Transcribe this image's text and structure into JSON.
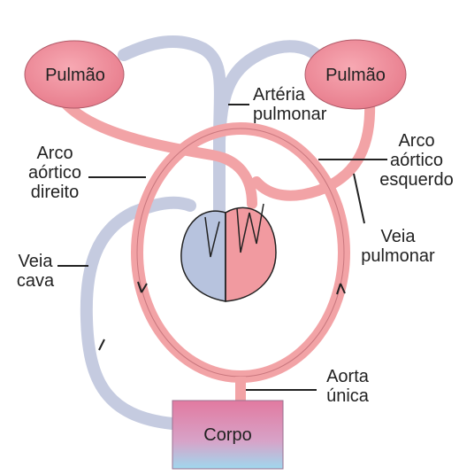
{
  "labels": {
    "lung_left": "Pulmão",
    "lung_right": "Pulmão",
    "arteria_l1": "Artéria",
    "arteria_l2": "pulmonar",
    "arco_dir_l1": "Arco",
    "arco_dir_l2": "aórtico",
    "arco_dir_l3": "direito",
    "arco_esq_l1": "Arco",
    "arco_esq_l2": "aórtico",
    "arco_esq_l3": "esquerdo",
    "veia_pulm_l1": "Veia",
    "veia_pulm_l2": "pulmonar",
    "veia_cava_l1": "Veia",
    "veia_cava_l2": "cava",
    "aorta_l1": "Aorta",
    "aorta_l2": "única",
    "corpo": "Corpo"
  },
  "colors": {
    "oxygenated_vessel": "#f2a3a6",
    "deoxygenated_vessel": "#c5cbe0",
    "lung_fill": "#ee8a97",
    "heart_left": "#b7c3de",
    "heart_right": "#f19aa0",
    "outline": "#222222"
  }
}
